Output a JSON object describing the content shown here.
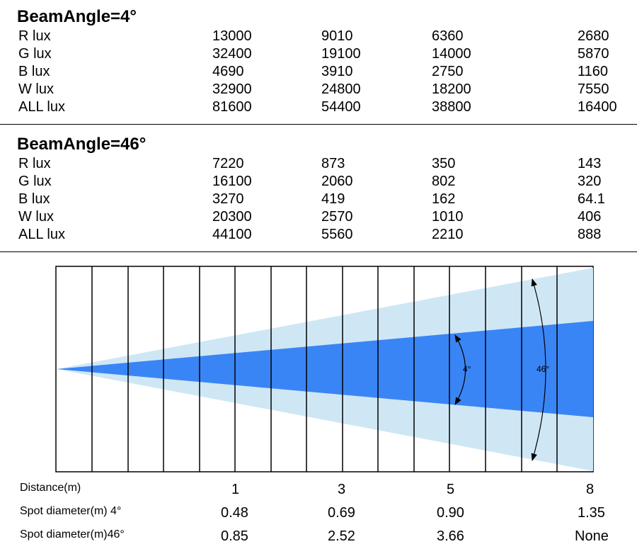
{
  "colors": {
    "beam_narrow": "#3a85f5",
    "beam_wide": "#cfe7f5",
    "lines": "#000000"
  },
  "tables": [
    {
      "title": "BeamAngle=4°",
      "rows": [
        {
          "label": "R lux",
          "values": [
            "13000",
            "9010",
            "6360",
            "2680"
          ]
        },
        {
          "label": "G lux",
          "values": [
            "32400",
            "19100",
            "14000",
            "5870"
          ]
        },
        {
          "label": "B lux",
          "values": [
            "4690",
            "3910",
            "2750",
            "1160"
          ]
        },
        {
          "label": "W lux",
          "values": [
            "32900",
            "24800",
            "18200",
            "7550"
          ]
        },
        {
          "label": "ALL lux",
          "values": [
            "81600",
            "54400",
            "38800",
            "16400"
          ]
        }
      ]
    },
    {
      "title": "BeamAngle=46°",
      "rows": [
        {
          "label": "R lux",
          "values": [
            "7220",
            "873",
            "350",
            "143"
          ]
        },
        {
          "label": "G lux",
          "values": [
            "16100",
            "2060",
            "802",
            "320"
          ]
        },
        {
          "label": "B lux",
          "values": [
            "3270",
            "419",
            "162",
            "64.1"
          ]
        },
        {
          "label": "W lux",
          "values": [
            "20300",
            "2570",
            "1010",
            "406"
          ]
        },
        {
          "label": "ALL lux",
          "values": [
            "44100",
            "5560",
            "2210",
            "888"
          ]
        }
      ]
    }
  ],
  "diagram": {
    "narrow_label": "4°",
    "wide_label": "46°"
  },
  "bottom": {
    "distance_label": "Distance(m)",
    "distances": [
      "1",
      "3",
      "5",
      "8"
    ],
    "spot4_label": "Spot diameter(m) 4°",
    "spot4": [
      "0.48",
      "0.69",
      "0.90",
      "1.35"
    ],
    "spot46_label": "Spot diameter(m)46°",
    "spot46": [
      "0.85",
      "2.52",
      "3.66",
      "None"
    ]
  }
}
